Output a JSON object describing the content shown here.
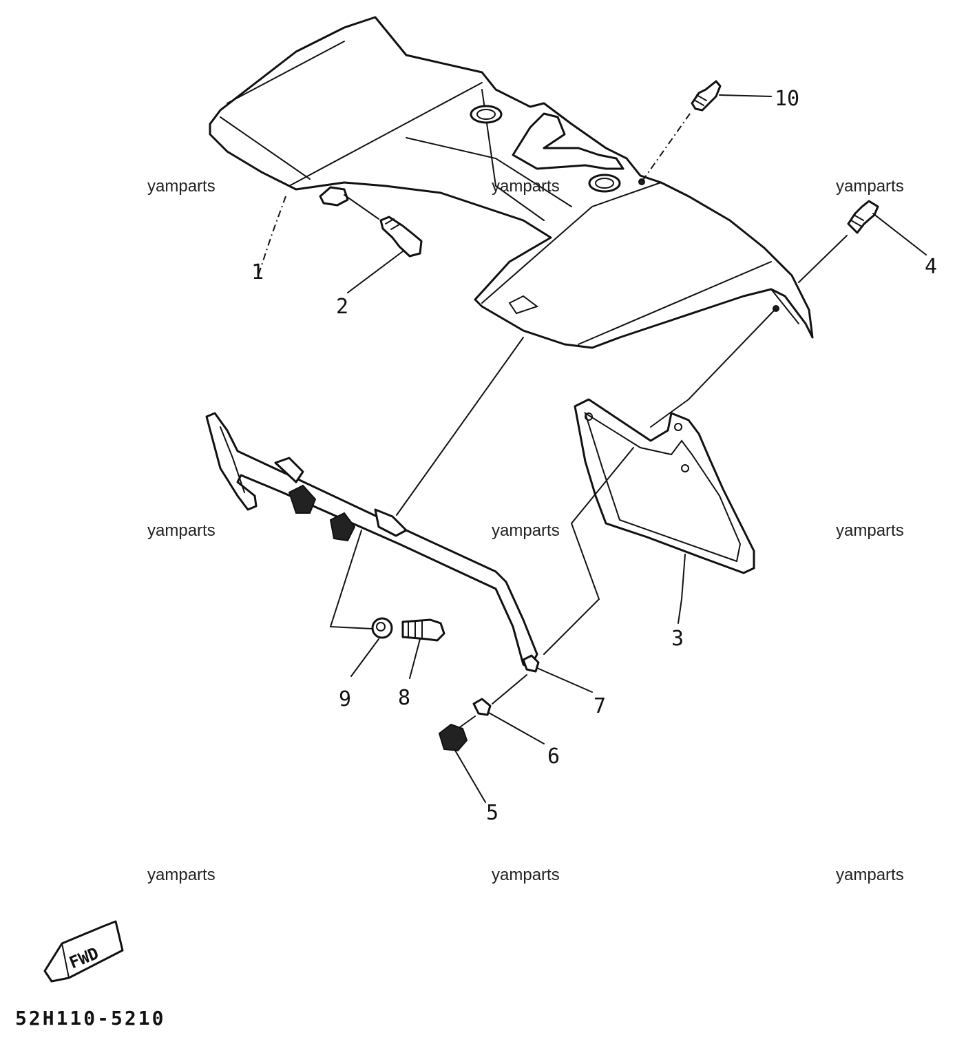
{
  "diagram": {
    "callouts": [
      {
        "id": "1",
        "label": "1"
      },
      {
        "id": "2",
        "label": "2"
      },
      {
        "id": "3",
        "label": "3"
      },
      {
        "id": "4",
        "label": "4"
      },
      {
        "id": "5",
        "label": "5"
      },
      {
        "id": "6",
        "label": "6"
      },
      {
        "id": "7",
        "label": "7"
      },
      {
        "id": "8",
        "label": "8"
      },
      {
        "id": "9",
        "label": "9"
      },
      {
        "id": "10",
        "label": "10"
      }
    ],
    "watermark": "yamparts",
    "fwd_label": "FWD",
    "drawing_code": "52H110-5210"
  }
}
